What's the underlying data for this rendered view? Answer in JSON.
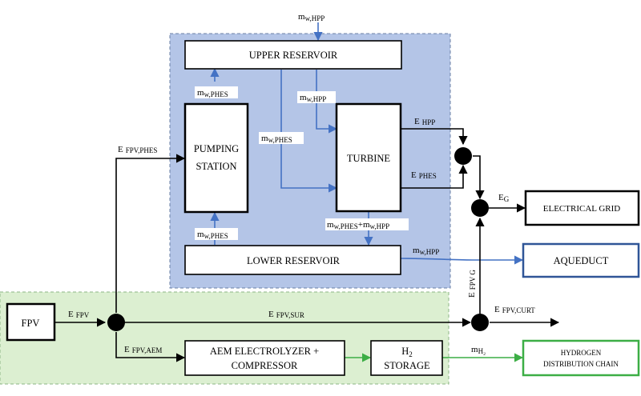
{
  "blocks": {
    "upper_reservoir": "UPPER RESERVOIR",
    "pumping_station": [
      "PUMPING",
      "STATION"
    ],
    "turbine": "TURBINE",
    "lower_reservoir": "LOWER RESERVOIR",
    "fpv": "FPV",
    "aem": [
      "AEM ELECTROLYZER +",
      "COMPRESSOR"
    ],
    "h2_storage": {
      "h": "H",
      "sub": "2",
      "rest": "STORAGE"
    },
    "electrical_grid": "ELECTRICAL GRID",
    "aqueduct": "AQUEDUCT",
    "hydrogen_chain": [
      "HYDROGEN",
      "DISTRIBUTION CHAIN"
    ]
  },
  "labels": {
    "m_whpp_top": {
      "main": "m",
      "sub": "w,HPP"
    },
    "m_wphes_up": {
      "main": "m",
      "sub": "w,PHES"
    },
    "m_whpp_mid": {
      "main": "m",
      "sub": "w,HPP"
    },
    "m_wphes_mid": {
      "main": "m",
      "sub": "w,PHES"
    },
    "m_wphes_down": {
      "main": "m",
      "sub": "w,PHES"
    },
    "m_sum": {
      "main": "m",
      "sub1": "w,PHES",
      "plus": "+m",
      "sub2": "w,HPP"
    },
    "m_whpp_right": {
      "main": "m",
      "sub": "w,HPP"
    },
    "e_hpp": {
      "main": "E",
      "sub": "HPP"
    },
    "e_phes": {
      "main": "E",
      "sub": "PHES"
    },
    "e_g": {
      "main": "E",
      "sub": "G"
    },
    "e_fpv_phes": {
      "main": "E",
      "sub": "FPV,PHES"
    },
    "e_fpv": {
      "main": "E",
      "sub": "FPV"
    },
    "e_fpv_sur": {
      "main": "E",
      "sub": "FPV,SUR"
    },
    "e_fpv_aem": {
      "main": "E",
      "sub": "FPV,AEM"
    },
    "e_fpv_curt": {
      "main": "E",
      "sub": "FPV,CURT"
    },
    "e_fpv_g": {
      "main": "E",
      "sub": "FPV G"
    },
    "m_h2": {
      "main": "m",
      "sub": "H₂"
    }
  },
  "colors": {
    "hydro_region": "#b4c5e7",
    "fpv_region": "#dcefd1",
    "water_flow": "#4472c4",
    "hydrogen_flow": "#3cae45",
    "energy_flow": "#000000",
    "aqueduct_border": "#2f5597",
    "hydrogen_border": "#3cae45"
  }
}
